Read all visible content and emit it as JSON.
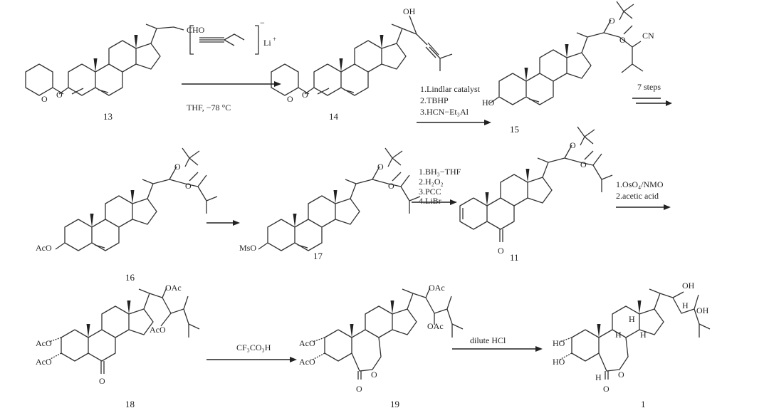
{
  "compounds": [
    {
      "id": "13",
      "atoms": [
        "CHO",
        "O",
        "O"
      ]
    },
    {
      "id": "14",
      "atoms": [
        "OH",
        "O",
        "O"
      ]
    },
    {
      "id": "15",
      "atoms": [
        "O",
        "O",
        "CN",
        "HO"
      ]
    },
    {
      "id": "16",
      "atoms": [
        "O",
        "O",
        "AcO"
      ]
    },
    {
      "id": "17",
      "atoms": [
        "O",
        "O",
        "MsO"
      ]
    },
    {
      "id": "11",
      "atoms": [
        "O",
        "O",
        "O"
      ]
    },
    {
      "id": "18",
      "atoms": [
        "OAc",
        "AcO",
        "AcO",
        "AcO",
        "O"
      ]
    },
    {
      "id": "19",
      "atoms": [
        "OAc",
        "OAc",
        "AcO",
        "AcO",
        "O",
        "O"
      ]
    },
    {
      "id": "1",
      "atoms": [
        "OH",
        "OH",
        "HO",
        "HO",
        "O",
        "O",
        "H",
        "H",
        "H",
        "H",
        "H"
      ]
    }
  ],
  "reagents": {
    "r1": {
      "ion": "Li",
      "charge_plus": "+",
      "charge_minus": "−",
      "conditions": "THF, −78 °C"
    },
    "r2": [
      "1.Lindlar catalyst",
      "2.TBHP",
      "3.HCN−Et₃Al"
    ],
    "r3": "7 steps",
    "r5": [
      "1.BH₃−THF",
      "2.H₂O₂",
      "3.PCC",
      "4.LiBr"
    ],
    "r6": [
      "1.OsO₄/NMO",
      "2.acetic acid"
    ],
    "r7": "CF₃CO₃H",
    "r8": "dilute HCl"
  }
}
